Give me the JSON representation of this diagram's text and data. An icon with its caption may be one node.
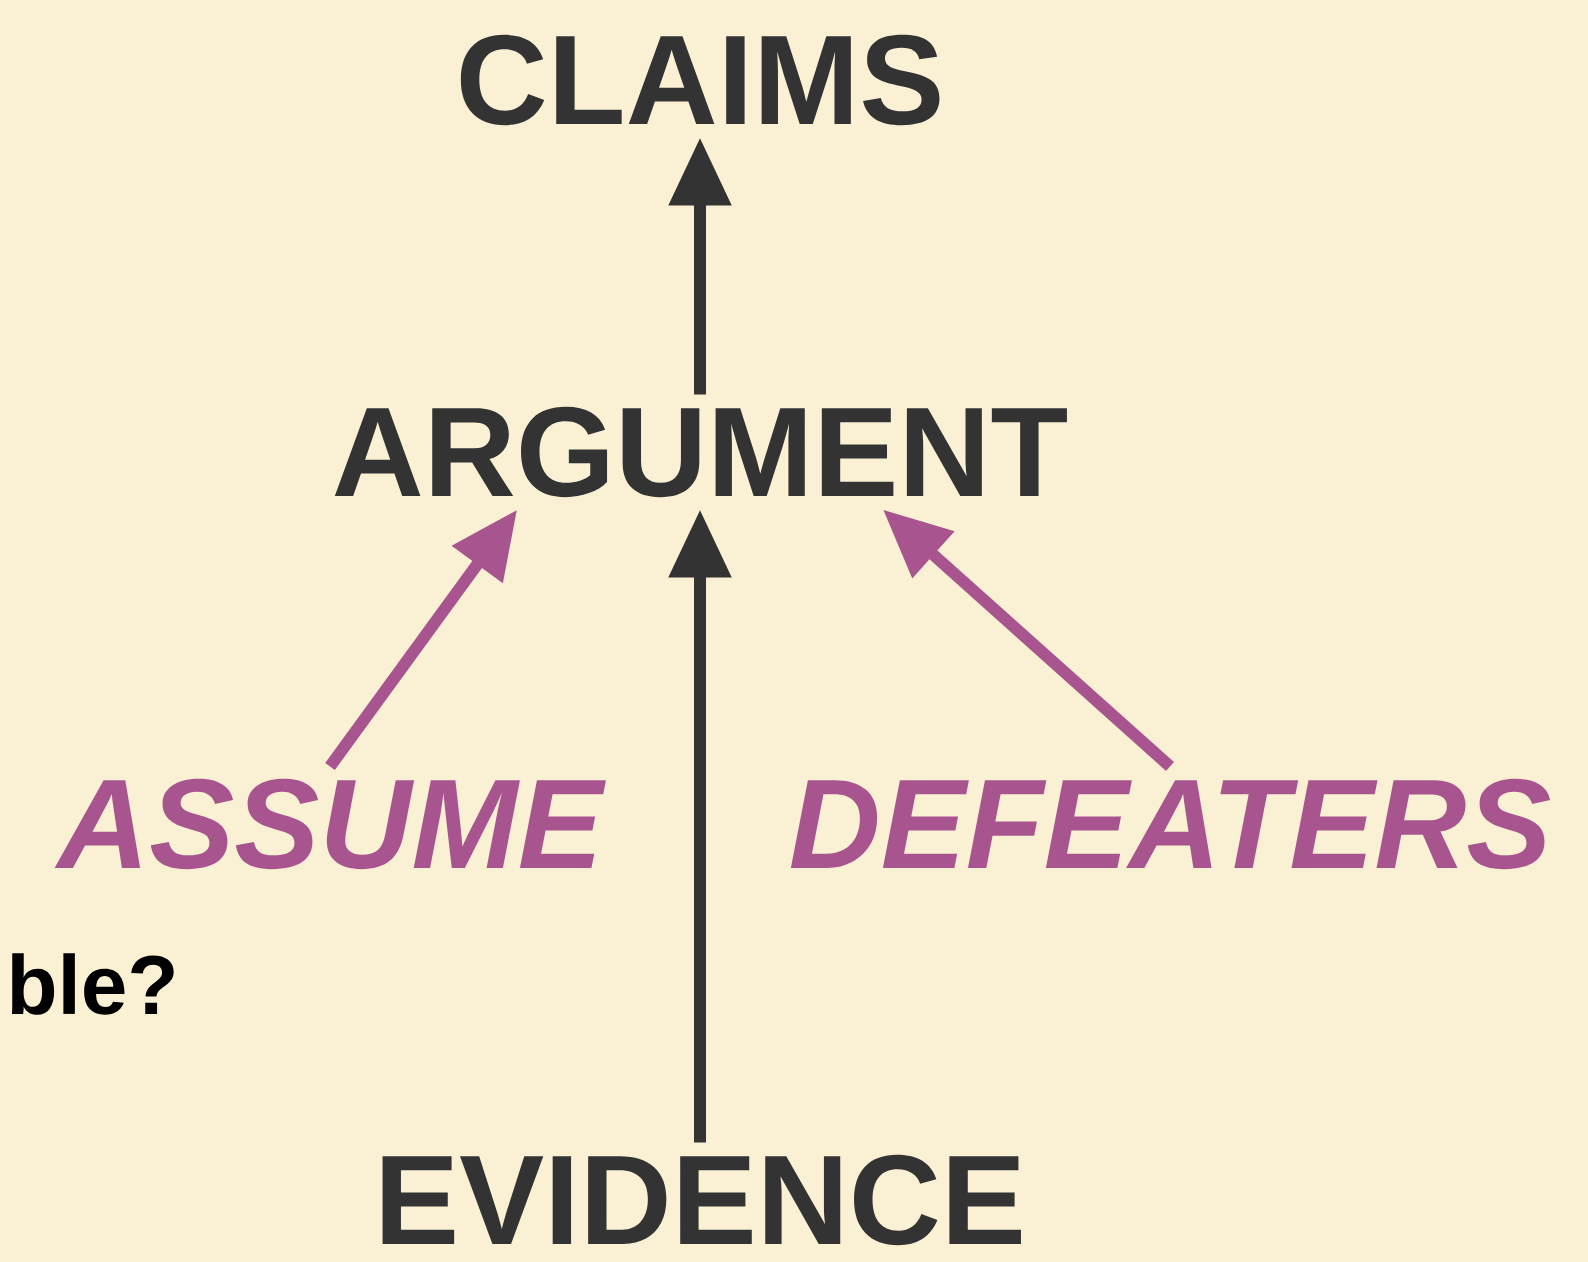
{
  "diagram": {
    "nodes": [
      {
        "text": [
          "CLAIMS"
        ]
      },
      {
        "text": [
          "ARGUMENT"
        ]
      },
      {
        "text": [
          "ASSUME"
        ]
      },
      {
        "text": [
          "DEFEATERS"
        ]
      },
      {
        "text": [
          "EVIDENCE"
        ]
      }
    ],
    "edges": [
      {
        "from": 1,
        "to": 0,
        "arrow": "to"
      },
      {
        "from": 2,
        "to": 1,
        "arrow": "to",
        "color": "#a8558f"
      },
      {
        "from": 3,
        "to": 1,
        "arrow": "to",
        "color": "#a8558f"
      },
      {
        "from": 4,
        "to": 1,
        "arrow": "to"
      }
    ],
    "labels": [
      "ble?"
    ]
  }
}
